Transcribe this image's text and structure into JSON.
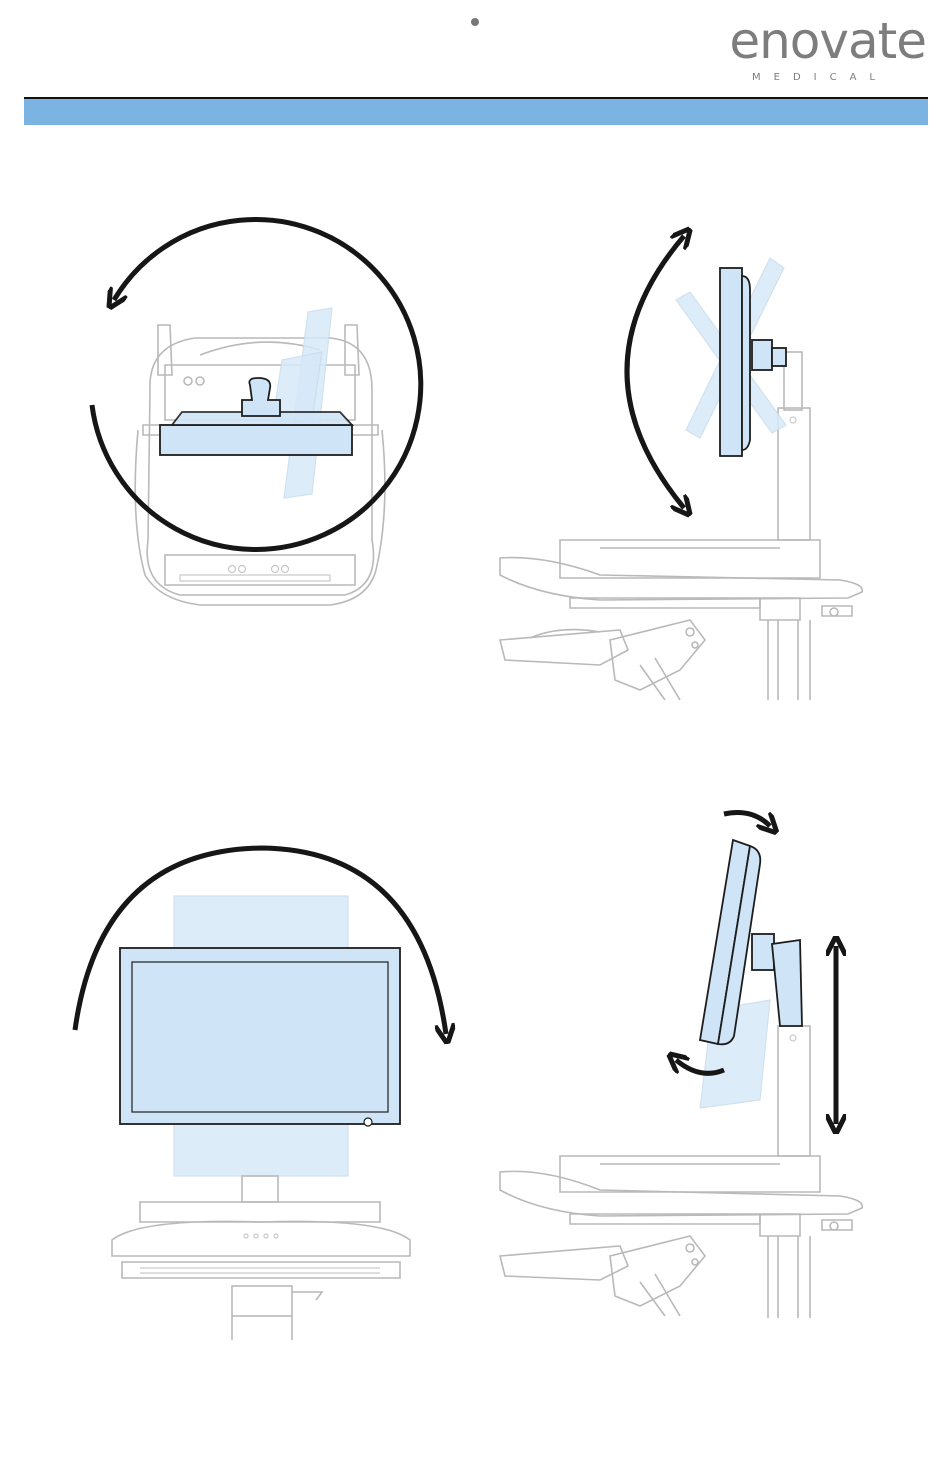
{
  "header": {
    "logo_word": "enovate",
    "logo_sub": "MEDICAL",
    "band_color": "#7bb4e2"
  },
  "colors": {
    "monitor_fill": "#cfe5f7",
    "ghost_fill": "#d7e9f8",
    "arrow": "#161616",
    "cart_line": "#b9b9b9"
  },
  "figures": [
    {
      "name": "front-view-rotation",
      "icon": "rotate-ccw-arrow-icon"
    },
    {
      "name": "side-view-tilt",
      "icon": "tilt-arc-arrow-icon"
    },
    {
      "name": "front-view-portrait-landscape",
      "icon": "rotate-cw-arrow-icon"
    },
    {
      "name": "side-view-height-tilt",
      "icon": "height-arrow-icon"
    }
  ]
}
